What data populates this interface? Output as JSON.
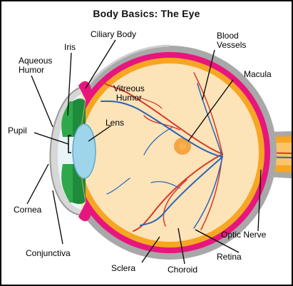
{
  "title": "Body Basics: The Eye",
  "labels": {
    "ciliary_body": "Ciliary Body",
    "iris": "Iris",
    "aqueous_humor": [
      "Aqueous",
      "Humor"
    ],
    "blood_vessels": [
      "Blood",
      "Vessels"
    ],
    "macula": "Macula",
    "vitreous_humor": [
      "Vitreous",
      "Humor"
    ],
    "lens": "Lens",
    "pupil": "Pupil",
    "cornea": "Cornea",
    "optic_nerve": "Optic Nerve",
    "retina": "Retina",
    "conjunctiva": "Conjunctiva",
    "sclera": "Sclera",
    "choroid": "Choroid"
  },
  "colors": {
    "frame": "#000000",
    "sclera": "#a8a8a8",
    "choroid": "#e8157e",
    "retina": "#f6a623",
    "vitreous": "#fde3b8",
    "iris": "#2ea84a",
    "lens": "#9fd5ea",
    "vessel_red": "#d63a2a",
    "vessel_blue": "#2a63b8",
    "macula": "#f39a2e"
  }
}
